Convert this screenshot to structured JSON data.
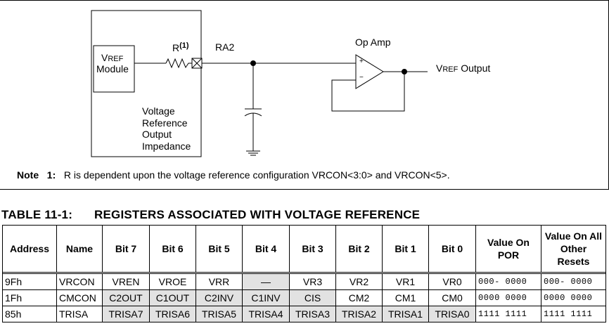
{
  "figure": {
    "vref_module_line1_main": "V",
    "vref_module_line1_sub": "REF",
    "vref_module_line2": "Module",
    "resistor_label": "R",
    "resistor_superscript": "(1)",
    "pin_label": "RA2",
    "opamp_label": "Op Amp",
    "opamp_plus": "+",
    "opamp_minus": "−",
    "output_label_main": "V",
    "output_label_sub": "REF",
    "output_label_rest": " Output",
    "impedance_lines": [
      "Voltage",
      "Reference",
      "Output",
      "Impedance"
    ],
    "note_lead": "Note",
    "note_number": "1:",
    "note_text": "R is dependent upon the voltage reference configuration VRCON<3:0> and VRCON<5>."
  },
  "table": {
    "number": "TABLE 11-1:",
    "title": "REGISTERS ASSOCIATED WITH VOLTAGE REFERENCE",
    "headers": [
      "Address",
      "Name",
      "Bit 7",
      "Bit 6",
      "Bit 5",
      "Bit 4",
      "Bit 3",
      "Bit 2",
      "Bit 1",
      "Bit 0",
      "Value On POR",
      "Value On All Other Resets"
    ],
    "rows": [
      [
        "9Fh",
        "VRCON",
        "VREN",
        "VROE",
        "VRR",
        "—",
        "VR3",
        "VR2",
        "VR1",
        "VR0",
        "000- 0000",
        "000- 0000"
      ],
      [
        "1Fh",
        "CMCON",
        "C2OUT",
        "C1OUT",
        "C2INV",
        "C1INV",
        "CIS",
        "CM2",
        "CM1",
        "CM0",
        "0000 0000",
        "0000 0000"
      ],
      [
        "85h",
        "TRISA",
        "TRISA7",
        "TRISA6",
        "TRISA5",
        "TRISA4",
        "TRISA3",
        "TRISA2",
        "TRISA1",
        "TRISA0",
        "1111 1111",
        "1111 1111"
      ]
    ]
  }
}
